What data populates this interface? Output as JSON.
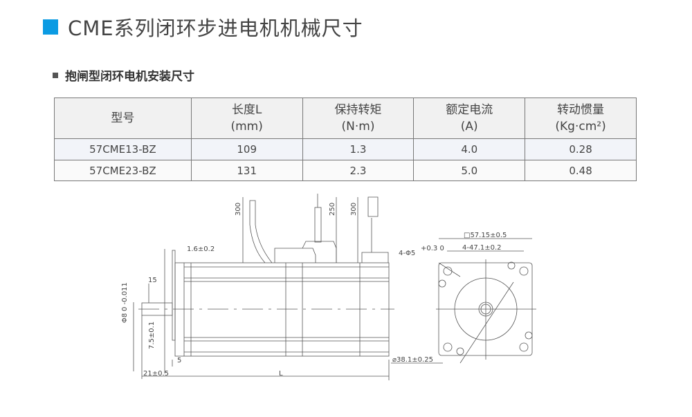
{
  "title": "CME系列闭环步进电机机械尺寸",
  "subtitle": "抱闸型闭环电机安装尺寸",
  "colors": {
    "accent": "#0b9be3"
  },
  "table": {
    "headers": [
      {
        "l1": "型号",
        "l2": ""
      },
      {
        "l1": "长度L",
        "l2": "(mm)"
      },
      {
        "l1": "保持转矩",
        "l2": "(N·m)"
      },
      {
        "l1": "额定电流",
        "l2": "(A)"
      },
      {
        "l1": "转动惯量",
        "l2": "(Kg·cm²)"
      }
    ],
    "rows": [
      [
        "57CME13-BZ",
        "109",
        "1.3",
        "4.0",
        "0.28"
      ],
      [
        "57CME23-BZ",
        "131",
        "2.3",
        "5.0",
        "0.48"
      ]
    ]
  },
  "drawing": {
    "cable1": "300",
    "cable2": "250",
    "cable3": "300",
    "flange": "1.6±0.2",
    "shaft_len": "15",
    "shaft_dia": "Φ8",
    "shaft_tol": "0 -0.011",
    "flat": "7.5±0.1",
    "pilot": "5",
    "ext": "21±0.5",
    "length": "L",
    "square": "□57.15±0.5",
    "holes_pitch": "4-47.1±0.2",
    "holes": "4-Φ5",
    "holes_tol": "+0.3 0",
    "boss": "⌀38.1±0.25"
  }
}
